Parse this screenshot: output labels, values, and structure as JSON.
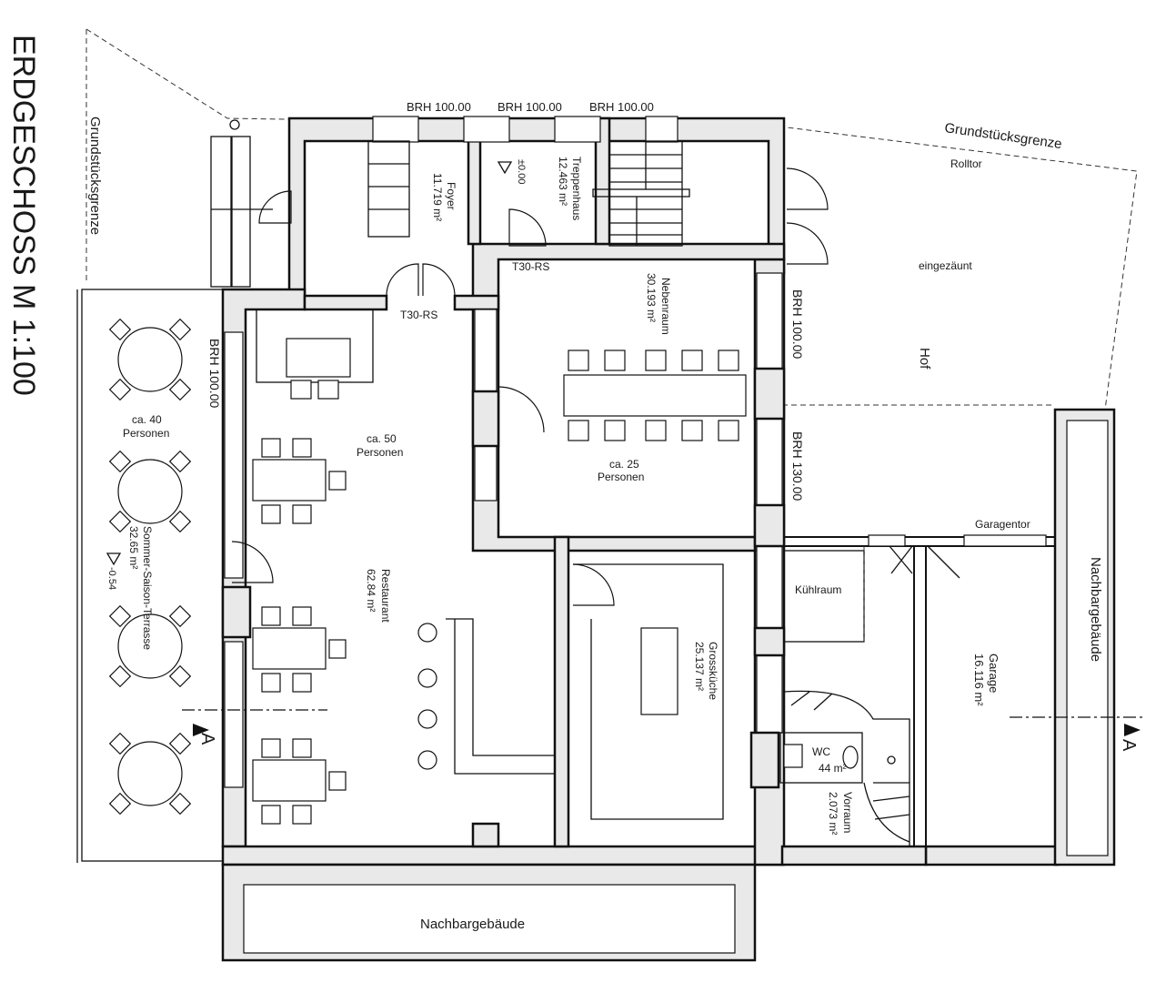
{
  "plan": {
    "title": "ERDGESCHOSS  M 1:100",
    "boundary_left": "Grundstücksgrenze",
    "boundary_top": "Grundstücksgrenze",
    "rolltor": "Rolltor",
    "eingezaeunt": "eingezäunt",
    "hof": "Hof",
    "brh_top_1": "BRH 100.00",
    "brh_top_2": "BRH 100.00",
    "brh_top_3": "BRH 100.00",
    "brh_left": "BRH 100.00",
    "brh_right_1": "BRH 100.00",
    "brh_right_2": "BRH 130.00",
    "t30_1": "T30-RS",
    "t30_2": "T30-RS",
    "foyer_name": "Foyer",
    "foyer_area": "11.719 m²",
    "level_foyer": "±0.00",
    "stair_name": "Treppenhaus",
    "stair_area": "12.463 m²",
    "nebenraum_name": "Nebenraum",
    "nebenraum_area": "30.193 m²",
    "nebenraum_cap1": "ca. 25",
    "nebenraum_cap2": "Personen",
    "restaurant_cap1": "ca. 50",
    "restaurant_cap2": "Personen",
    "restaurant_name": "Restaurant",
    "restaurant_area": "62.84 m²",
    "terrace_cap1": "ca. 40",
    "terrace_cap2": "Personen",
    "terrace_name": "Sommer-Saison-Terrasse",
    "terrace_area": "32.65 m²",
    "level_terrace": "-0.54",
    "kitchen_name": "Grossküche",
    "kitchen_area": "25.137 m²",
    "kuehlraum": "Kühlraum",
    "wc_name": "WC",
    "wc_area": "44 m²",
    "vorraum_name": "Vorraum",
    "vorraum_area": "2.073 m²",
    "garage_name": "Garage",
    "garage_area": "16.116 m²",
    "garagentor": "Garagentor",
    "neighbor_bottom": "Nachbargebäude",
    "neighbor_right": "Nachbargebäude",
    "section_left": "A",
    "section_right": "A"
  }
}
